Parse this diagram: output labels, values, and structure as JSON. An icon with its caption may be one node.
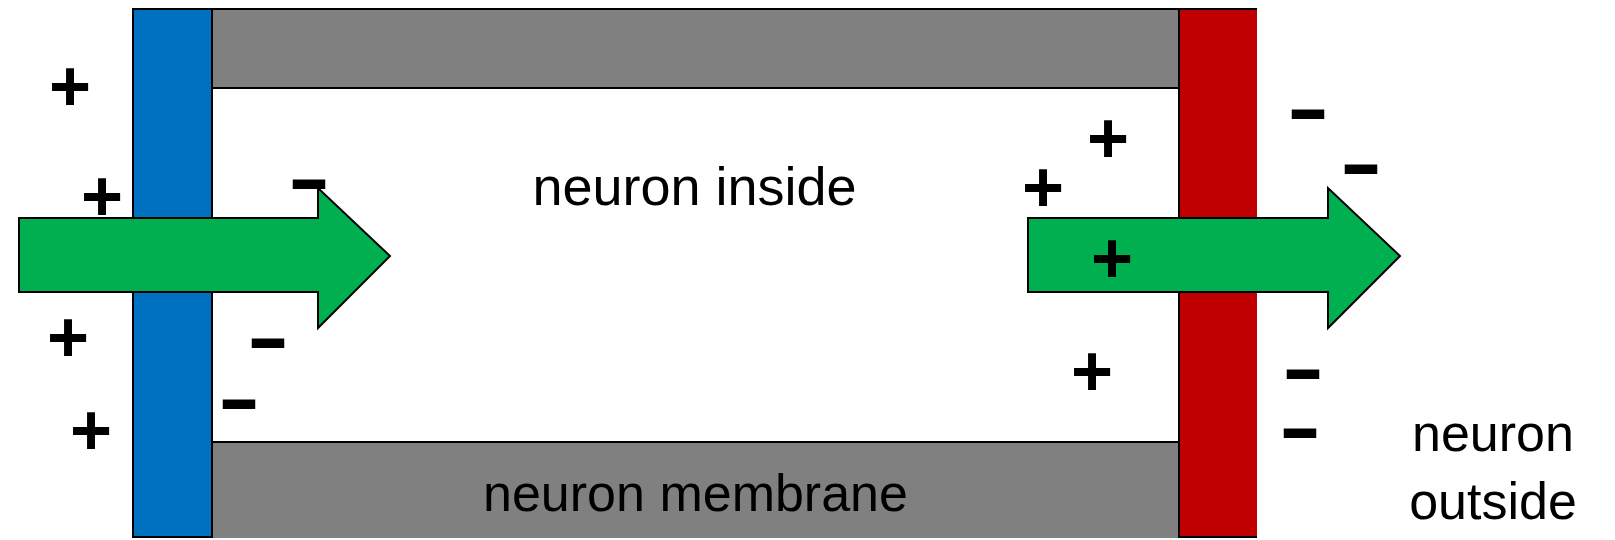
{
  "diagram": {
    "nodes": [
      {
        "text": [
          "neuron inside"
        ]
      },
      {
        "text": [],
        "shape": "bar",
        "in": 0
      },
      {
        "text": [],
        "shape": "bar",
        "in": 0
      },
      {
        "text": [],
        "shape": "bar",
        "in": 0
      },
      {
        "text": [
          "neuron membrane"
        ],
        "in": 0
      }
    ],
    "labels": [
      "+",
      "-",
      "+",
      "+",
      "-",
      "+",
      "-",
      "+",
      "+",
      "-",
      "-",
      "+",
      "-",
      "-",
      "+",
      "neuron outside"
    ]
  }
}
